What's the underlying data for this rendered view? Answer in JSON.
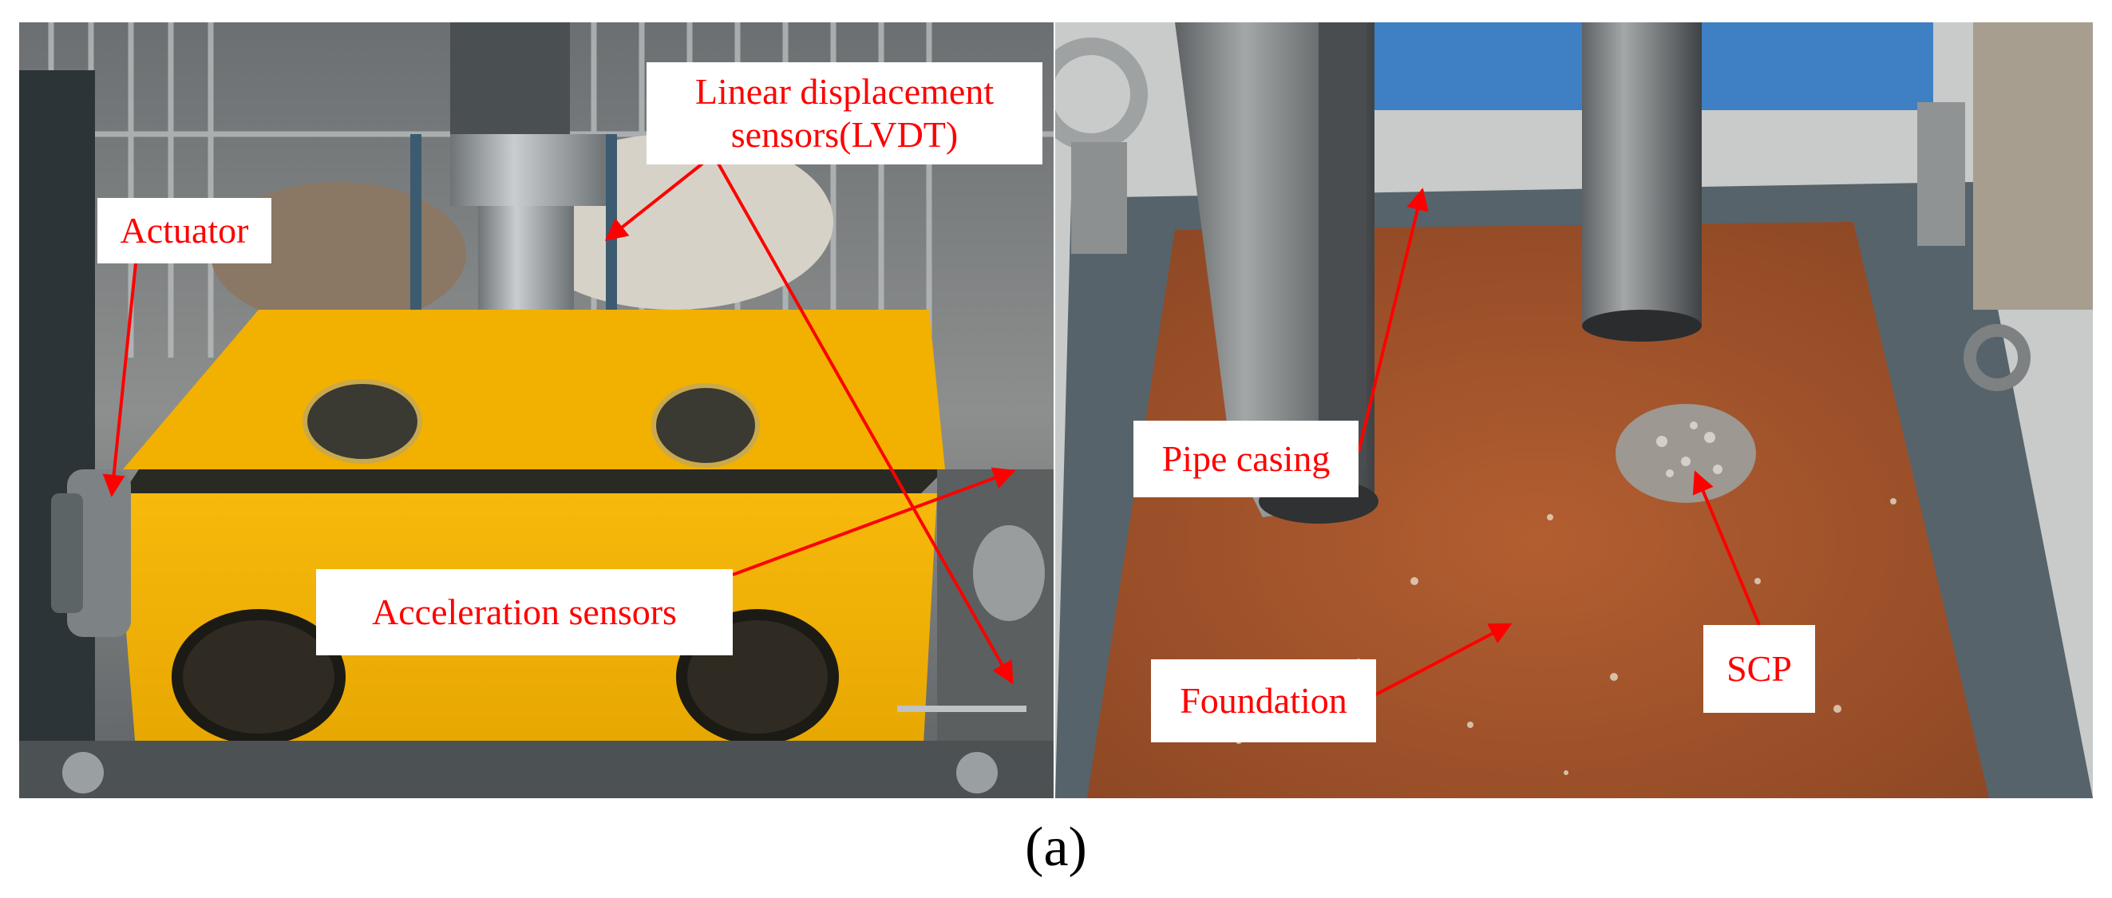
{
  "labels": {
    "lvdt": "Linear displacement\nsensors(LVDT)",
    "actuator": "Actuator",
    "acceleration": "Acceleration sensors",
    "pipe_casing": "Pipe casing",
    "foundation": "Foundation",
    "scp": "SCP"
  },
  "caption": "(a)",
  "colors": {
    "annotation": "#ff0000",
    "box": "#f5b400",
    "soil": "#a9532a",
    "steel": "#8a8f92"
  }
}
